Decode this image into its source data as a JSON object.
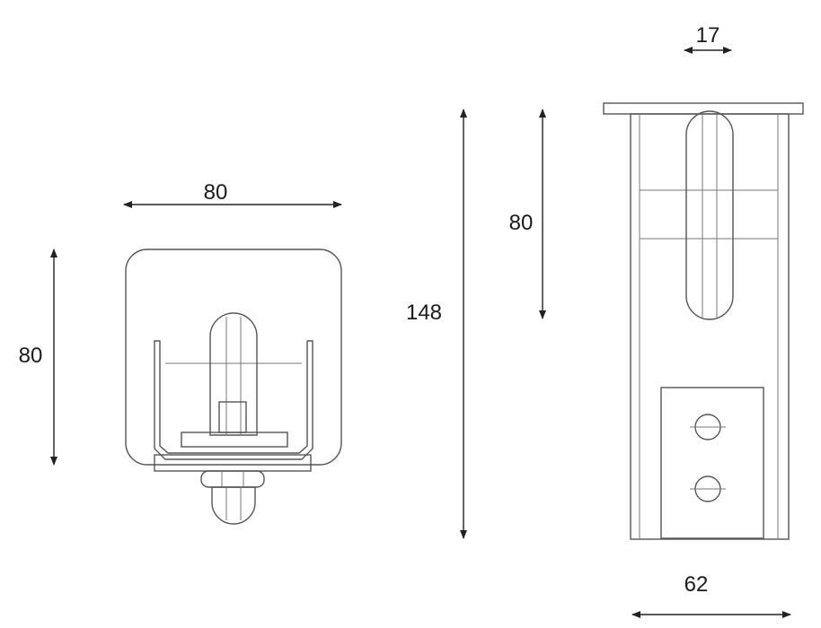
{
  "dimensions": {
    "front_width": "80",
    "front_height": "80",
    "side_total_height": "148",
    "side_upper_height": "80",
    "side_thickness": "17",
    "side_width": "62"
  }
}
